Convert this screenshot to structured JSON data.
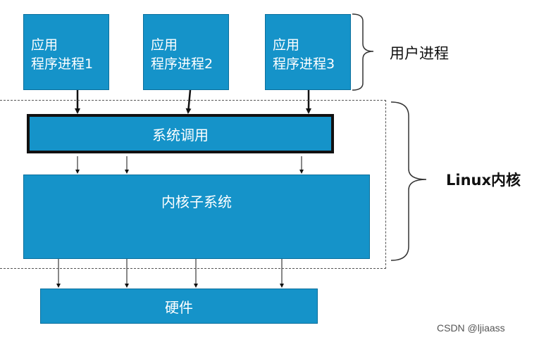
{
  "processes": [
    {
      "line1": "应用",
      "line2": "程序进程1"
    },
    {
      "line1": "应用",
      "line2": "程序进程2"
    },
    {
      "line1": "应用",
      "line2": "程序进程3"
    }
  ],
  "syscall_label": "系统调用",
  "kernel_subsystem_label": "内核子系统",
  "hardware_label": "硬件",
  "user_process_label": "用户进程",
  "linux_kernel_label": "Linux内核",
  "credit": "CSDN @ljiaass",
  "colors": {
    "box_fill": "#1593c9",
    "box_text": "#ffffff",
    "outline": "#111111"
  }
}
